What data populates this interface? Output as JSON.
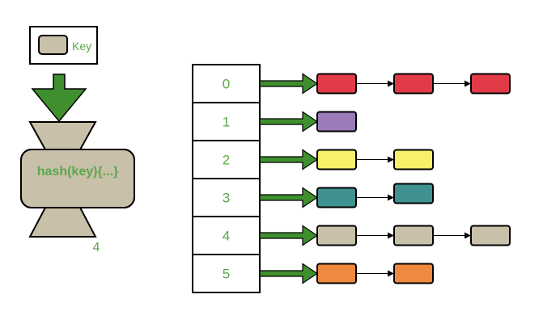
{
  "legend": {
    "label": "Key",
    "swatch_color": "#c9c0a9"
  },
  "hash_function": {
    "label": "hash(key){...}",
    "output": "4",
    "body_color": "#c9c0a9",
    "arrow_color": "#3f8f2f"
  },
  "table": {
    "slots": [
      {
        "index": "0",
        "chain": [
          "#e23b48",
          "#e23b48",
          "#e23b48"
        ]
      },
      {
        "index": "1",
        "chain": [
          "#9b7bb9"
        ]
      },
      {
        "index": "2",
        "chain": [
          "#f7f16a",
          "#f7f16a"
        ]
      },
      {
        "index": "3",
        "chain": [
          "#3f9290",
          "#3f9290"
        ]
      },
      {
        "index": "4",
        "chain": [
          "#c9c0a9",
          "#c9c0a9",
          "#c9c0a9"
        ]
      },
      {
        "index": "5",
        "chain": [
          "#f0883f",
          "#f0883f"
        ]
      }
    ]
  },
  "colors": {
    "text_green": "#5aa84a",
    "arrow_green": "#3f8f2f",
    "stroke": "#000000"
  }
}
